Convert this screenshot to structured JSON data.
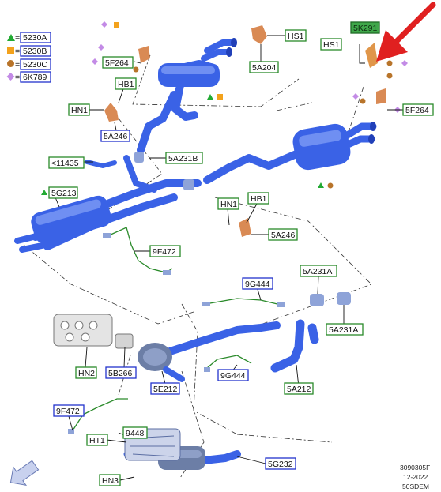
{
  "legend": [
    {
      "symbol": "triangle",
      "color": "#22aa33",
      "code": "5230A"
    },
    {
      "symbol": "square",
      "color": "#f3a21c",
      "code": "5230B"
    },
    {
      "symbol": "circle",
      "color": "#b8742a",
      "code": "5230C"
    },
    {
      "symbol": "diamond",
      "color": "#c38be6",
      "code": "6K789"
    }
  ],
  "legend_eq": "=",
  "labels": {
    "hs1_top": "HS1",
    "a5a204": "5A204",
    "f5f264_left": "5F264",
    "k5k291": "5K291",
    "hs1_right": "HS1",
    "f5f264_right": "5F264",
    "hb1_top": "HB1",
    "hn1_top": "HN1",
    "a5a246_left": "5A246",
    "c11435": "<11435",
    "a5a231b": "5A231B",
    "g5g213": "5G213",
    "hn1_mid": "HN1",
    "hb1_mid": "HB1",
    "a5a246_mid": "5A246",
    "f9f472_top": "9F472",
    "g9g444_top": "9G444",
    "a5a231a_top": "5A231A",
    "a5a231a_bot": "5A231A",
    "hn2": "HN2",
    "b5b266": "5B266",
    "e5e212": "5E212",
    "g9g444_bot": "9G444",
    "a5a212": "5A212",
    "f9f472_bot": "9F472",
    "n9448": "9448",
    "ht1": "HT1",
    "hn3": "HN3",
    "g5g232": "5G232"
  },
  "footer": {
    "line1": "3090305F",
    "line2": "12-2022",
    "line3": "50SDEM"
  },
  "colors": {
    "pipe": "#3a62e6",
    "bracket": "#d98a54",
    "label_border": "#2a8a2a",
    "highlight": "#3fa74a",
    "arrow": "#e02020"
  },
  "icons": [
    "arrow-icon",
    "triangle-icon",
    "square-icon",
    "circle-icon",
    "diamond-icon"
  ]
}
